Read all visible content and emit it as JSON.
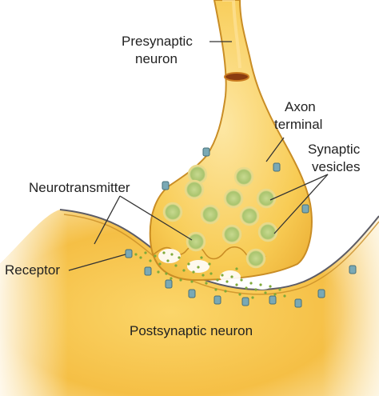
{
  "labels": {
    "presynaptic_line1": "Presynaptic",
    "presynaptic_line2": "neuron",
    "axon_line1": "Axon",
    "axon_line2": "terminal",
    "synaptic_line1": "Synaptic",
    "synaptic_line2": "vesicles",
    "neurotransmitter": "Neurotransmitter",
    "receptor": "Receptor",
    "postsynaptic": "Postsynaptic neuron"
  },
  "colors": {
    "neuron_fill": "#f8c84a",
    "neuron_light": "#fde39a",
    "neuron_outline": "#c98d25",
    "postsynaptic_fill": "#f5bc3e",
    "vesicle_fill": "#b8d08a",
    "vesicle_ring": "#e9e08a",
    "neurotransmitter_dot": "#7faa3a",
    "receptor_fill": "#7aa9b5",
    "label_text": "#222222",
    "leader_line": "#333333"
  },
  "icons": {
    "vesicle": "vesicle-circle-icon",
    "receptor": "receptor-marker-icon"
  }
}
